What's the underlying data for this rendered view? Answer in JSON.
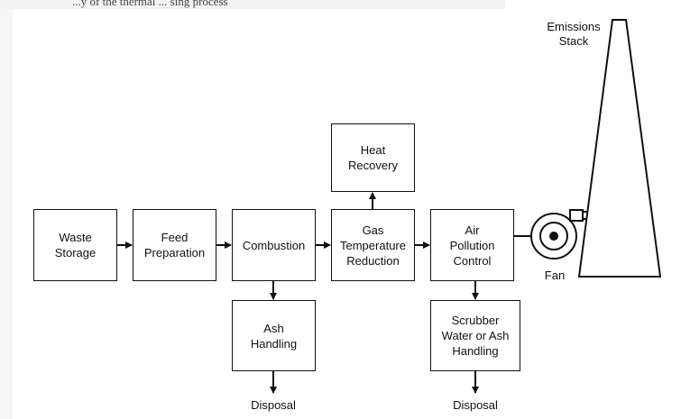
{
  "diagram": {
    "top_cut_text": "...y of the thermal ... sing process",
    "boxes": {
      "waste_storage": "Waste\nStorage",
      "feed_preparation": "Feed\nPreparation",
      "combustion": "Combustion",
      "gas_temperature_reduction": "Gas\nTemperature\nReduction",
      "heat_recovery": "Heat\nRecovery",
      "air_pollution_control": "Air\nPollution\nControl",
      "ash_handling": "Ash\nHandling",
      "scrubber_handling": "Scrubber\nWater or Ash\nHandling"
    },
    "labels": {
      "disposal_left": "Disposal",
      "disposal_right": "Disposal",
      "fan": "Fan",
      "emissions_stack": "Emissions\nStack"
    },
    "colors": {
      "line": "#111111",
      "background": "#ffffff"
    }
  }
}
